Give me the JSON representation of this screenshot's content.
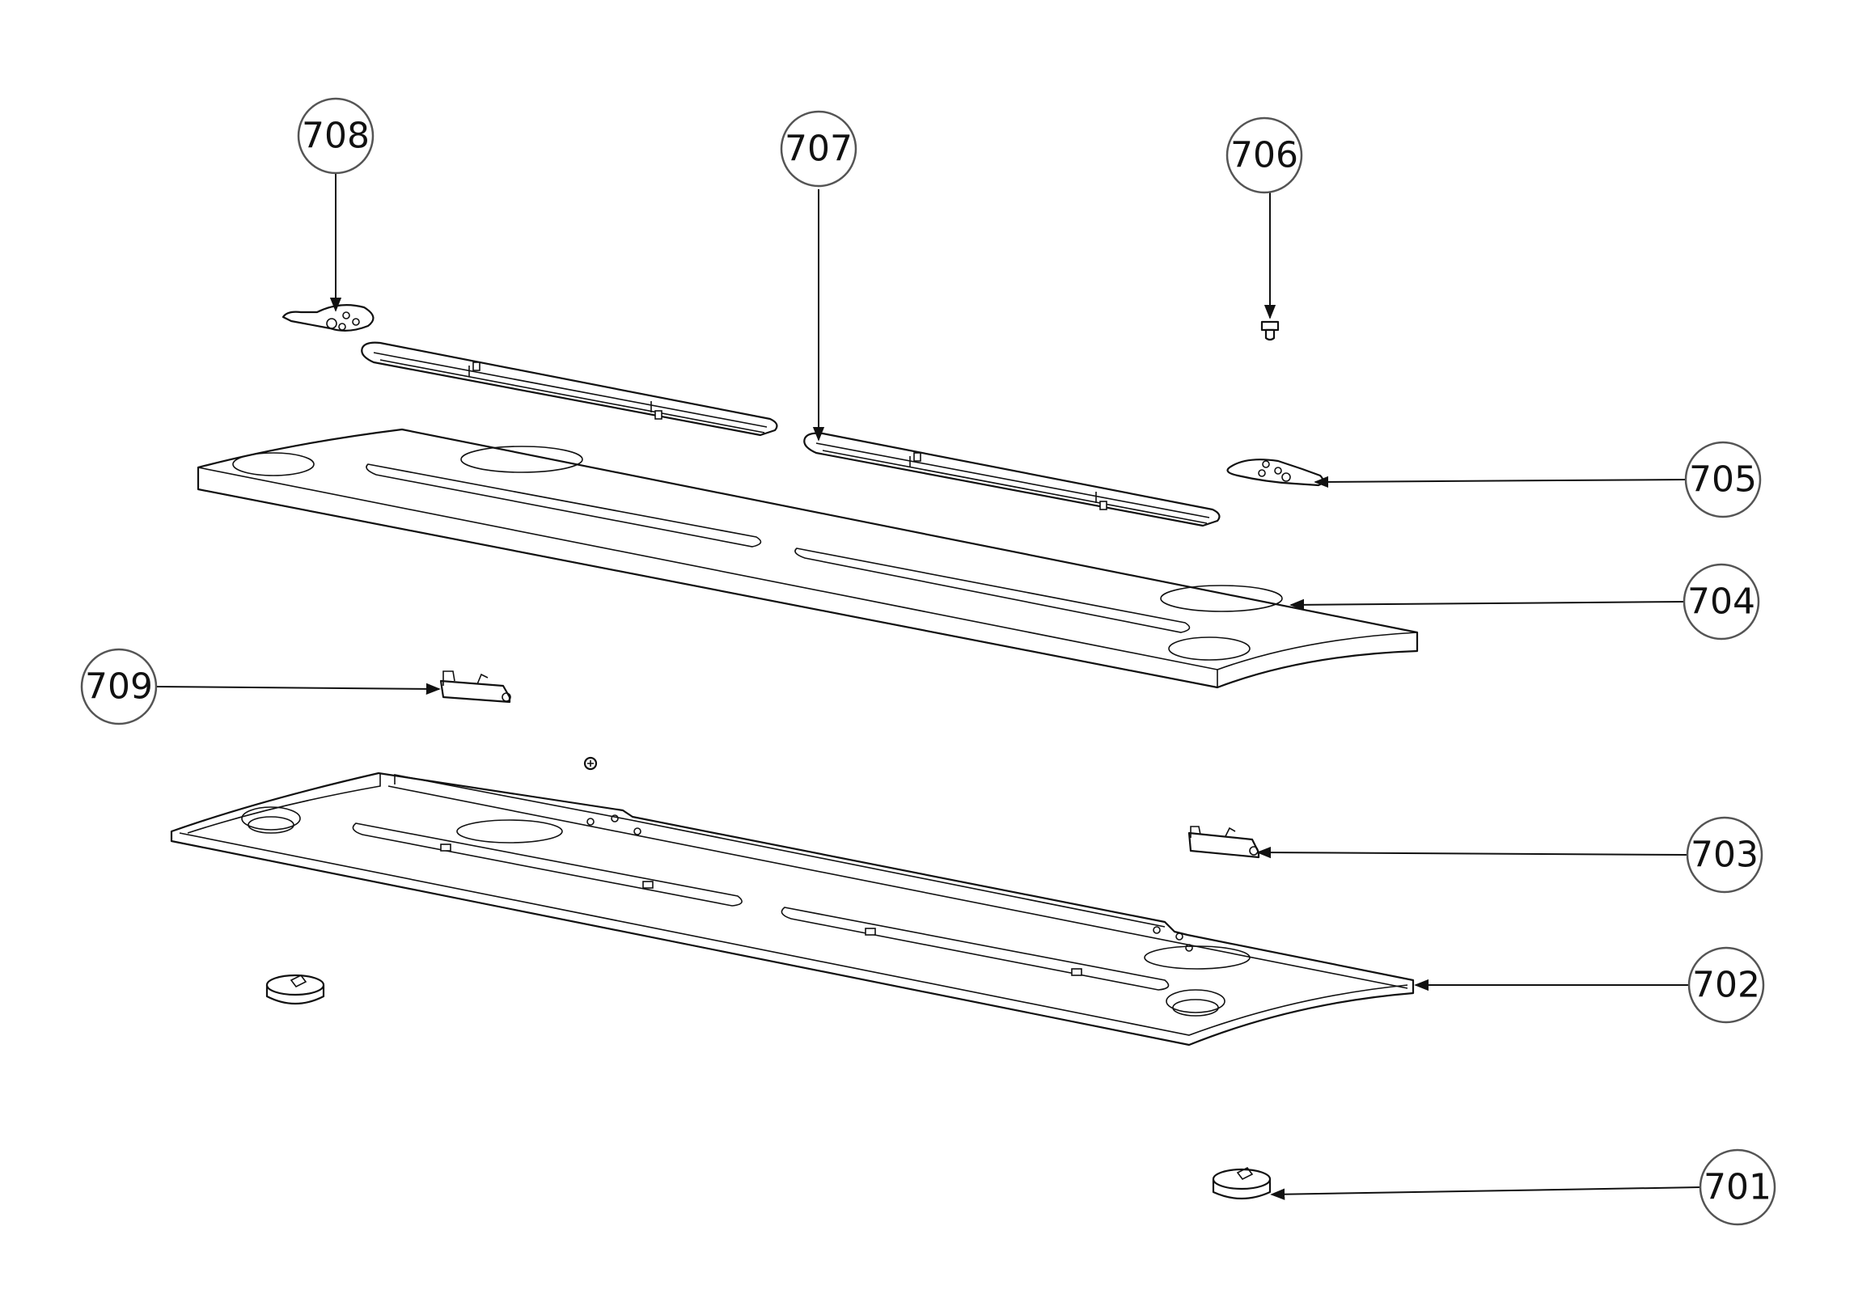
{
  "callouts": [
    {
      "id": "708",
      "label": "708"
    },
    {
      "id": "707",
      "label": "707"
    },
    {
      "id": "706",
      "label": "706"
    },
    {
      "id": "705",
      "label": "705"
    },
    {
      "id": "704",
      "label": "704"
    },
    {
      "id": "709",
      "label": "709"
    },
    {
      "id": "703",
      "label": "703"
    },
    {
      "id": "702",
      "label": "702"
    },
    {
      "id": "701",
      "label": "701"
    }
  ],
  "colors": {
    "line": "#111111",
    "circle_stroke": "#555555",
    "background": "#ffffff"
  }
}
